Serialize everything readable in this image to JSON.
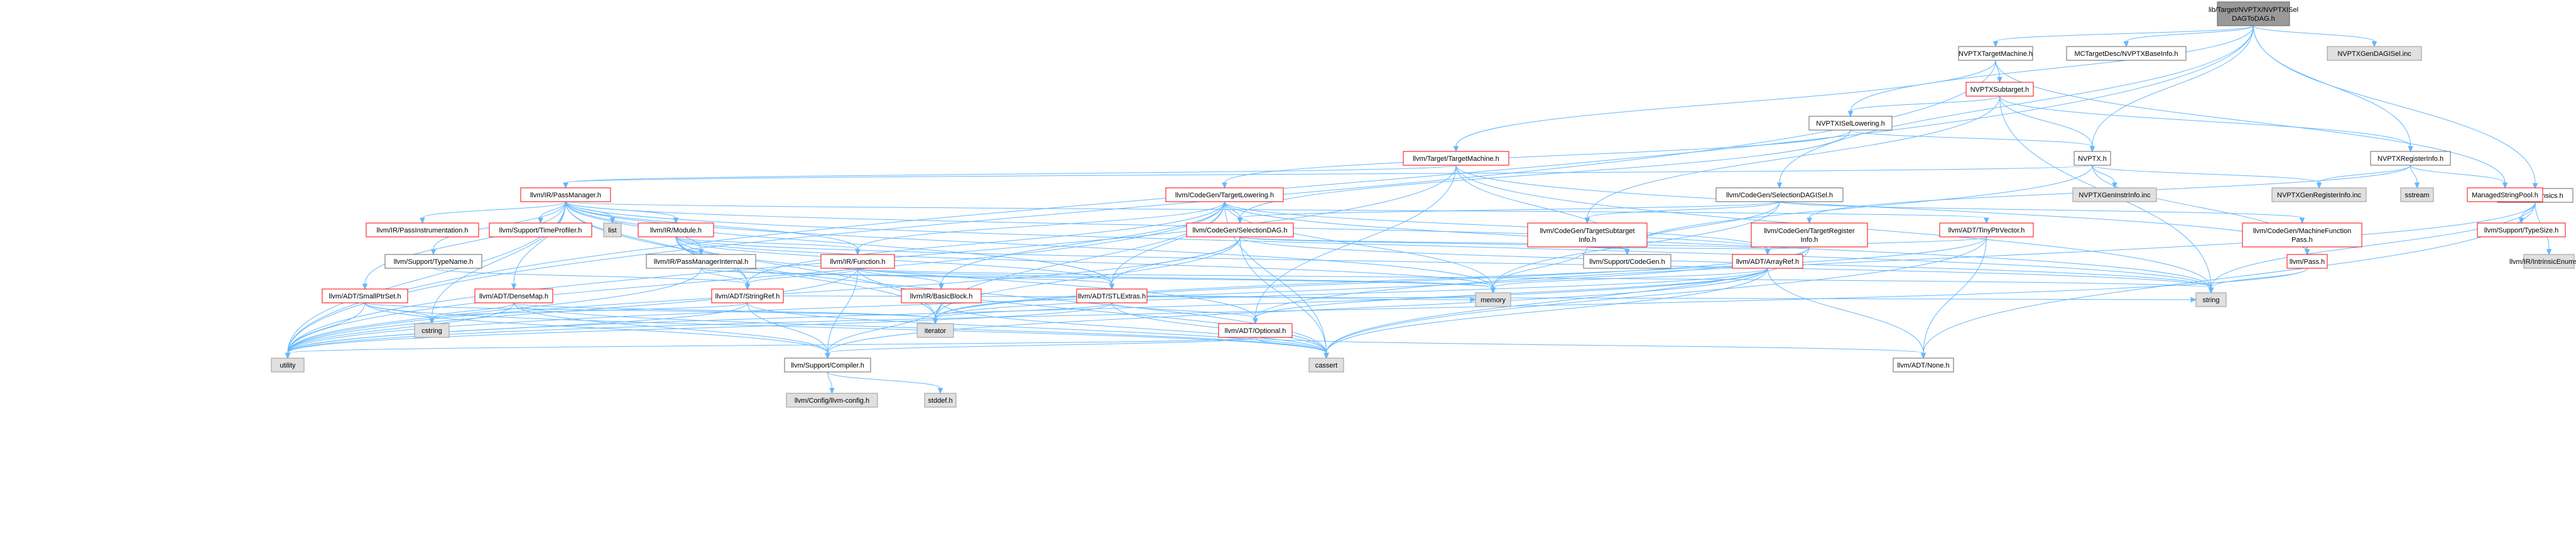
{
  "colors": {
    "edge": "#63b8ff",
    "root_fill": "#999999",
    "root_stroke": "#666666",
    "normal_fill": "#ffffff",
    "normal_stroke": "#666666",
    "truncated_stroke": "#ff0000",
    "external_fill": "#e0e0e0",
    "external_stroke": "#999999"
  },
  "nodes": [
    {
      "id": "root",
      "lines": [
        "lib/Target/NVPTX/NVPTXISel",
        "DAGToDAG.h"
      ],
      "kind": "root"
    },
    {
      "id": "nvptxtm",
      "lines": [
        "NVPTXTargetMachine.h"
      ],
      "kind": "normal"
    },
    {
      "id": "mcbase",
      "lines": [
        "MCTargetDesc/NVPTXBaseInfo.h"
      ],
      "kind": "normal"
    },
    {
      "id": "gendagisel",
      "lines": [
        "NVPTXGenDAGISel.inc"
      ],
      "kind": "external"
    },
    {
      "id": "subtarget",
      "lines": [
        "NVPTXSubtarget.h"
      ],
      "kind": "truncated"
    },
    {
      "id": "isellow",
      "lines": [
        "NVPTXISelLowering.h"
      ],
      "kind": "normal"
    },
    {
      "id": "targetmachine",
      "lines": [
        "llvm/Target/TargetMachine.h"
      ],
      "kind": "truncated"
    },
    {
      "id": "nvptx",
      "lines": [
        "NVPTX.h"
      ],
      "kind": "normal"
    },
    {
      "id": "reginfo",
      "lines": [
        "NVPTXRegisterInfo.h"
      ],
      "kind": "normal"
    },
    {
      "id": "intrinsics",
      "lines": [
        "llvm/IR/Intrinsics.h"
      ],
      "kind": "normal"
    },
    {
      "id": "passmanager",
      "lines": [
        "llvm/IR/PassManager.h"
      ],
      "kind": "truncated"
    },
    {
      "id": "tlowering",
      "lines": [
        "llvm/CodeGen/TargetLowering.h"
      ],
      "kind": "truncated"
    },
    {
      "id": "seldagisel",
      "lines": [
        "llvm/CodeGen/SelectionDAGISel.h"
      ],
      "kind": "normal"
    },
    {
      "id": "geninstr",
      "lines": [
        "NVPTXGenInstrInfo.inc"
      ],
      "kind": "external"
    },
    {
      "id": "genreg",
      "lines": [
        "NVPTXGenRegisterInfo.inc"
      ],
      "kind": "external"
    },
    {
      "id": "sstream",
      "lines": [
        "sstream"
      ],
      "kind": "external"
    },
    {
      "id": "managedstr",
      "lines": [
        "ManagedStringPool.h"
      ],
      "kind": "truncated"
    },
    {
      "id": "typesize",
      "lines": [
        "llvm/Support/TypeSize.h"
      ],
      "kind": "truncated"
    },
    {
      "id": "intrenums",
      "lines": [
        "llvm/IR/IntrinsicEnums.inc"
      ],
      "kind": "external"
    },
    {
      "id": "passinstr",
      "lines": [
        "llvm/IR/PassInstrumentation.h"
      ],
      "kind": "truncated"
    },
    {
      "id": "timeprof",
      "lines": [
        "llvm/Support/TimeProfiler.h"
      ],
      "kind": "truncated"
    },
    {
      "id": "list",
      "lines": [
        "list"
      ],
      "kind": "external"
    },
    {
      "id": "module",
      "lines": [
        "llvm/IR/Module.h"
      ],
      "kind": "truncated"
    },
    {
      "id": "seldag",
      "lines": [
        "llvm/CodeGen/SelectionDAG.h"
      ],
      "kind": "truncated"
    },
    {
      "id": "tsubtarget",
      "lines": [
        "llvm/CodeGen/TargetSubtarget",
        "Info.h"
      ],
      "kind": "truncated"
    },
    {
      "id": "treginfo",
      "lines": [
        "llvm/CodeGen/TargetRegister",
        "Info.h"
      ],
      "kind": "truncated"
    },
    {
      "id": "tinyptr",
      "lines": [
        "llvm/ADT/TinyPtrVector.h"
      ],
      "kind": "truncated"
    },
    {
      "id": "mfpass",
      "lines": [
        "llvm/CodeGen/MachineFunction",
        "Pass.h"
      ],
      "kind": "truncated"
    },
    {
      "id": "typename",
      "lines": [
        "llvm/Support/TypeName.h"
      ],
      "kind": "normal"
    },
    {
      "id": "pmi",
      "lines": [
        "llvm/IR/PassManagerInternal.h"
      ],
      "kind": "normal"
    },
    {
      "id": "function",
      "lines": [
        "llvm/IR/Function.h"
      ],
      "kind": "truncated"
    },
    {
      "id": "codegen",
      "lines": [
        "llvm/Support/CodeGen.h"
      ],
      "kind": "normal"
    },
    {
      "id": "arrayref",
      "lines": [
        "llvm/ADT/ArrayRef.h"
      ],
      "kind": "truncated"
    },
    {
      "id": "pass",
      "lines": [
        "llvm/Pass.h"
      ],
      "kind": "truncated"
    },
    {
      "id": "smallptr",
      "lines": [
        "llvm/ADT/SmallPtrSet.h"
      ],
      "kind": "truncated"
    },
    {
      "id": "densemap",
      "lines": [
        "llvm/ADT/DenseMap.h"
      ],
      "kind": "truncated"
    },
    {
      "id": "stringref",
      "lines": [
        "llvm/ADT/StringRef.h"
      ],
      "kind": "truncated"
    },
    {
      "id": "basicblock",
      "lines": [
        "llvm/IR/BasicBlock.h"
      ],
      "kind": "truncated"
    },
    {
      "id": "stlextras",
      "lines": [
        "llvm/ADT/STLExtras.h"
      ],
      "kind": "truncated"
    },
    {
      "id": "memory",
      "lines": [
        "memory"
      ],
      "kind": "external"
    },
    {
      "id": "string",
      "lines": [
        "string"
      ],
      "kind": "external"
    },
    {
      "id": "cstring",
      "lines": [
        "cstring"
      ],
      "kind": "external"
    },
    {
      "id": "iterator",
      "lines": [
        "iterator"
      ],
      "kind": "external"
    },
    {
      "id": "optional",
      "lines": [
        "llvm/ADT/Optional.h"
      ],
      "kind": "truncated"
    },
    {
      "id": "utility",
      "lines": [
        "utility"
      ],
      "kind": "external"
    },
    {
      "id": "compiler",
      "lines": [
        "llvm/Support/Compiler.h"
      ],
      "kind": "normal"
    },
    {
      "id": "cassert",
      "lines": [
        "cassert"
      ],
      "kind": "external"
    },
    {
      "id": "none",
      "lines": [
        "llvm/ADT/None.h"
      ],
      "kind": "normal"
    },
    {
      "id": "llvmconfig",
      "lines": [
        "llvm/Config/llvm-config.h"
      ],
      "kind": "external"
    },
    {
      "id": "stddef",
      "lines": [
        "stddef.h"
      ],
      "kind": "external"
    }
  ],
  "edges": [
    [
      "root",
      "nvptxtm"
    ],
    [
      "root",
      "mcbase"
    ],
    [
      "root",
      "gendagisel"
    ],
    [
      "root",
      "isellow"
    ],
    [
      "root",
      "nvptx"
    ],
    [
      "root",
      "reginfo"
    ],
    [
      "root",
      "intrinsics"
    ],
    [
      "root",
      "seldagisel"
    ],
    [
      "root",
      "utility"
    ],
    [
      "nvptxtm",
      "subtarget"
    ],
    [
      "nvptxtm",
      "targetmachine"
    ],
    [
      "nvptxtm",
      "managedstr"
    ],
    [
      "nvptxtm",
      "utility"
    ],
    [
      "subtarget",
      "isellow"
    ],
    [
      "subtarget",
      "nvptx"
    ],
    [
      "subtarget",
      "reginfo"
    ],
    [
      "subtarget",
      "tsubtarget"
    ],
    [
      "subtarget",
      "string"
    ],
    [
      "isellow",
      "nvptx"
    ],
    [
      "isellow",
      "tlowering"
    ],
    [
      "isellow",
      "seldag"
    ],
    [
      "targetmachine",
      "passmanager"
    ],
    [
      "targetmachine",
      "codegen"
    ],
    [
      "targetmachine",
      "optional"
    ],
    [
      "targetmachine",
      "pass"
    ],
    [
      "targetmachine",
      "utility"
    ],
    [
      "targetmachine",
      "string"
    ],
    [
      "nvptx",
      "passmanager"
    ],
    [
      "nvptx",
      "geninstr"
    ],
    [
      "nvptx",
      "genreg"
    ],
    [
      "nvptx",
      "codegen"
    ],
    [
      "nvptx",
      "pass"
    ],
    [
      "reginfo",
      "genreg"
    ],
    [
      "reginfo",
      "sstream"
    ],
    [
      "reginfo",
      "managedstr"
    ],
    [
      "reginfo",
      "treginfo"
    ],
    [
      "intrinsics",
      "typesize"
    ],
    [
      "intrinsics",
      "intrenums"
    ],
    [
      "intrinsics",
      "optional"
    ],
    [
      "intrinsics",
      "none"
    ],
    [
      "intrinsics",
      "string"
    ],
    [
      "passmanager",
      "passinstr"
    ],
    [
      "passmanager",
      "timeprof"
    ],
    [
      "passmanager",
      "list"
    ],
    [
      "passmanager",
      "module"
    ],
    [
      "passmanager",
      "typename"
    ],
    [
      "passmanager",
      "pmi"
    ],
    [
      "passmanager",
      "function"
    ],
    [
      "passmanager",
      "smallptr"
    ],
    [
      "passmanager",
      "densemap"
    ],
    [
      "passmanager",
      "stringref"
    ],
    [
      "passmanager",
      "stlextras"
    ],
    [
      "passmanager",
      "memory"
    ],
    [
      "passmanager",
      "cstring"
    ],
    [
      "passmanager",
      "iterator"
    ],
    [
      "passmanager",
      "utility"
    ],
    [
      "passmanager",
      "arrayref"
    ],
    [
      "passmanager",
      "tinyptr"
    ],
    [
      "passmanager",
      "string"
    ],
    [
      "tlowering",
      "seldag"
    ],
    [
      "tlowering",
      "function"
    ],
    [
      "tlowering",
      "arrayref"
    ],
    [
      "tlowering",
      "stringref"
    ],
    [
      "tlowering",
      "stlextras"
    ],
    [
      "tlowering",
      "basicblock"
    ],
    [
      "tlowering",
      "cassert"
    ],
    [
      "tlowering",
      "iterator"
    ],
    [
      "tlowering",
      "utility"
    ],
    [
      "tlowering",
      "string"
    ],
    [
      "tlowering",
      "memory"
    ],
    [
      "seldagisel",
      "seldag"
    ],
    [
      "seldagisel",
      "mfpass"
    ],
    [
      "seldagisel",
      "tsubtarget"
    ],
    [
      "seldagisel",
      "codegen"
    ],
    [
      "seldagisel",
      "memory"
    ],
    [
      "seldag",
      "arrayref"
    ],
    [
      "seldag",
      "codegen"
    ],
    [
      "seldag",
      "stlextras"
    ],
    [
      "seldag",
      "cassert"
    ],
    [
      "seldag",
      "utility"
    ],
    [
      "seldag",
      "string"
    ],
    [
      "seldag",
      "iterator"
    ],
    [
      "tsubtarget",
      "arrayref"
    ],
    [
      "tsubtarget",
      "codegen"
    ],
    [
      "tsubtarget",
      "memory"
    ],
    [
      "treginfo",
      "arrayref"
    ],
    [
      "treginfo",
      "iterator"
    ],
    [
      "treginfo",
      "cassert"
    ],
    [
      "treginfo",
      "utility"
    ],
    [
      "tinyptr",
      "arrayref"
    ],
    [
      "tinyptr",
      "none"
    ],
    [
      "tinyptr",
      "cassert"
    ],
    [
      "tinyptr",
      "iterator"
    ],
    [
      "mfpass",
      "pass"
    ],
    [
      "typename",
      "stringref"
    ],
    [
      "pmi",
      "stlextras"
    ],
    [
      "pmi",
      "stringref"
    ],
    [
      "pmi",
      "memory"
    ],
    [
      "pmi",
      "utility"
    ],
    [
      "module",
      "function"
    ],
    [
      "module",
      "stringref"
    ],
    [
      "module",
      "stlextras"
    ],
    [
      "module",
      "optional"
    ],
    [
      "module",
      "iterator"
    ],
    [
      "module",
      "memory"
    ],
    [
      "module",
      "string"
    ],
    [
      "module",
      "cassert"
    ],
    [
      "function",
      "basicblock"
    ],
    [
      "function",
      "stringref"
    ],
    [
      "function",
      "compiler"
    ],
    [
      "function",
      "memory"
    ],
    [
      "function",
      "string"
    ],
    [
      "function",
      "cassert"
    ],
    [
      "function",
      "utility"
    ],
    [
      "arrayref",
      "compiler"
    ],
    [
      "arrayref",
      "cassert"
    ],
    [
      "arrayref",
      "memory"
    ],
    [
      "arrayref",
      "iterator"
    ],
    [
      "arrayref",
      "none"
    ],
    [
      "arrayref",
      "optional"
    ],
    [
      "arrayref",
      "utility"
    ],
    [
      "pass",
      "string"
    ],
    [
      "pass",
      "utility"
    ],
    [
      "smallptr",
      "compiler"
    ],
    [
      "smallptr",
      "cstring"
    ],
    [
      "smallptr",
      "iterator"
    ],
    [
      "smallptr",
      "utility"
    ],
    [
      "smallptr",
      "cassert"
    ],
    [
      "densemap",
      "compiler"
    ],
    [
      "densemap",
      "cassert"
    ],
    [
      "densemap",
      "cstring"
    ],
    [
      "densemap",
      "iterator"
    ],
    [
      "densemap",
      "utility"
    ],
    [
      "stringref",
      "compiler"
    ],
    [
      "stringref",
      "string"
    ],
    [
      "stringref",
      "cstring"
    ],
    [
      "stringref",
      "utility"
    ],
    [
      "stringref",
      "cassert"
    ],
    [
      "basicblock",
      "iterator"
    ],
    [
      "basicblock",
      "compiler"
    ],
    [
      "basicblock",
      "cassert"
    ],
    [
      "stlextras",
      "optional"
    ],
    [
      "stlextras",
      "iterator"
    ],
    [
      "stlextras",
      "cassert"
    ],
    [
      "stlextras",
      "utility"
    ],
    [
      "stlextras",
      "memory"
    ],
    [
      "optional",
      "compiler"
    ],
    [
      "optional",
      "none"
    ],
    [
      "optional",
      "cassert"
    ],
    [
      "optional",
      "utility"
    ],
    [
      "compiler",
      "llvmconfig"
    ],
    [
      "compiler",
      "stddef"
    ]
  ]
}
